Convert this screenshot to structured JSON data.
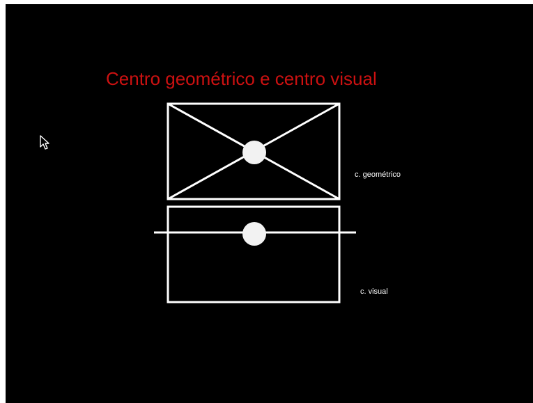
{
  "slide": {
    "title": "Centro geométrico e centro visual"
  },
  "diagram": {
    "geometric_label": "c. geométrico",
    "visual_label": "c. visual"
  },
  "icons": {
    "cursor": "mouse-pointer-icon"
  },
  "colors": {
    "background": "#000000",
    "title": "#cc1111",
    "lines": "#ffffff",
    "center_dot": "#f2f2f2",
    "text": "#ffffff"
  }
}
